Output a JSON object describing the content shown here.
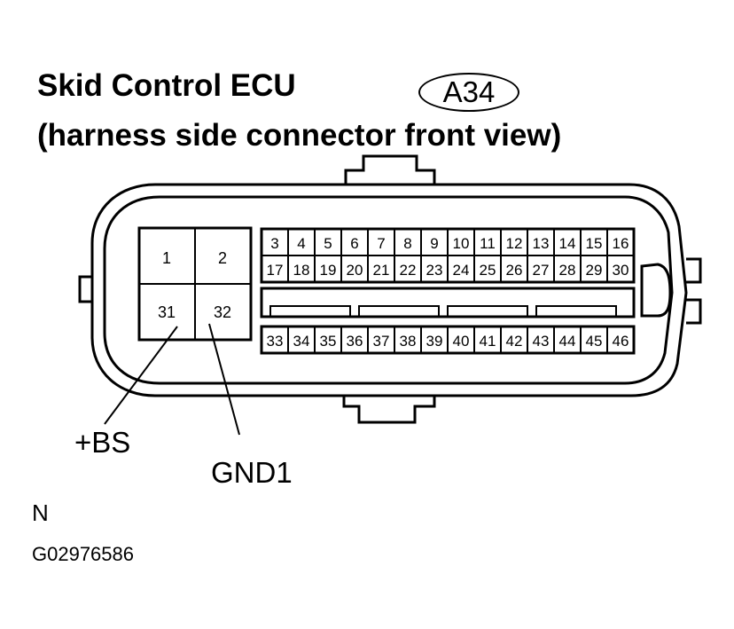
{
  "header": {
    "title": "Skid Control ECU",
    "subtitle": "(harness side connector front view)",
    "connector_code": "A34"
  },
  "connector": {
    "large_pins": [
      "1",
      "2",
      "31",
      "32"
    ],
    "upper_row": [
      "3",
      "4",
      "5",
      "6",
      "7",
      "8",
      "9",
      "10",
      "11",
      "12",
      "13",
      "14",
      "15",
      "16"
    ],
    "middle_row": [
      "17",
      "18",
      "19",
      "20",
      "21",
      "22",
      "23",
      "24",
      "25",
      "26",
      "27",
      "28",
      "29",
      "30"
    ],
    "lower_row": [
      "33",
      "34",
      "35",
      "36",
      "37",
      "38",
      "39",
      "40",
      "41",
      "42",
      "43",
      "44",
      "45",
      "46"
    ]
  },
  "callouts": {
    "bs": "+BS",
    "gnd": "GND1"
  },
  "footer": {
    "n_mark": "N",
    "figure_id": "G02976586"
  }
}
